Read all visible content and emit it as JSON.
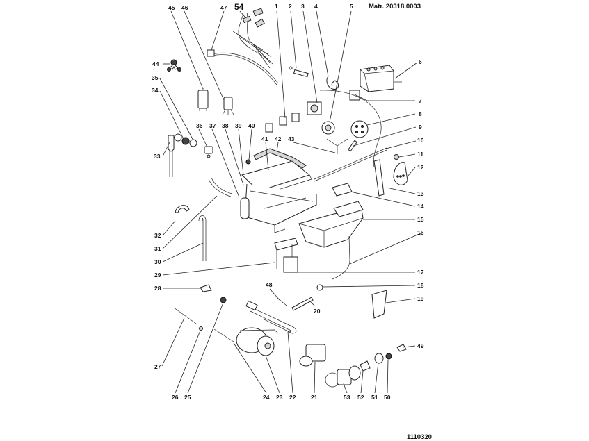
{
  "header": {
    "matr_label": "Matr. 20318.0003"
  },
  "footer": {
    "drawing_code": "1110320"
  },
  "callouts": [
    {
      "id": "1",
      "text": "1"
    },
    {
      "id": "2",
      "text": "2"
    },
    {
      "id": "3",
      "text": "3"
    },
    {
      "id": "4",
      "text": "4"
    },
    {
      "id": "5",
      "text": "5"
    },
    {
      "id": "6",
      "text": "6"
    },
    {
      "id": "7",
      "text": "7"
    },
    {
      "id": "8",
      "text": "8"
    },
    {
      "id": "9",
      "text": "9"
    },
    {
      "id": "10",
      "text": "10"
    },
    {
      "id": "11",
      "text": "11"
    },
    {
      "id": "12",
      "text": "12"
    },
    {
      "id": "13",
      "text": "13"
    },
    {
      "id": "14",
      "text": "14"
    },
    {
      "id": "15",
      "text": "15"
    },
    {
      "id": "16",
      "text": "16"
    },
    {
      "id": "17",
      "text": "17"
    },
    {
      "id": "18",
      "text": "18"
    },
    {
      "id": "19",
      "text": "19"
    },
    {
      "id": "20",
      "text": "20"
    },
    {
      "id": "21",
      "text": "21"
    },
    {
      "id": "22",
      "text": "22"
    },
    {
      "id": "23",
      "text": "23"
    },
    {
      "id": "24",
      "text": "24"
    },
    {
      "id": "25",
      "text": "25"
    },
    {
      "id": "26",
      "text": "26"
    },
    {
      "id": "27",
      "text": "27"
    },
    {
      "id": "28",
      "text": "28"
    },
    {
      "id": "29",
      "text": "29"
    },
    {
      "id": "30",
      "text": "30"
    },
    {
      "id": "31",
      "text": "31"
    },
    {
      "id": "32",
      "text": "32"
    },
    {
      "id": "33",
      "text": "33"
    },
    {
      "id": "34",
      "text": "34"
    },
    {
      "id": "35",
      "text": "35"
    },
    {
      "id": "36",
      "text": "36"
    },
    {
      "id": "37",
      "text": "37"
    },
    {
      "id": "38",
      "text": "38"
    },
    {
      "id": "39",
      "text": "39"
    },
    {
      "id": "40",
      "text": "40"
    },
    {
      "id": "41",
      "text": "41"
    },
    {
      "id": "42",
      "text": "42"
    },
    {
      "id": "43",
      "text": "43"
    },
    {
      "id": "44",
      "text": "44"
    },
    {
      "id": "45",
      "text": "45"
    },
    {
      "id": "46",
      "text": "46"
    },
    {
      "id": "47",
      "text": "47"
    },
    {
      "id": "48",
      "text": "48"
    },
    {
      "id": "49",
      "text": "49"
    },
    {
      "id": "50",
      "text": "50"
    },
    {
      "id": "51",
      "text": "51"
    },
    {
      "id": "52",
      "text": "52"
    },
    {
      "id": "53",
      "text": "53"
    },
    {
      "id": "54",
      "text": "54"
    }
  ],
  "colors": {
    "ink": "#111111",
    "background": "#ffffff"
  }
}
